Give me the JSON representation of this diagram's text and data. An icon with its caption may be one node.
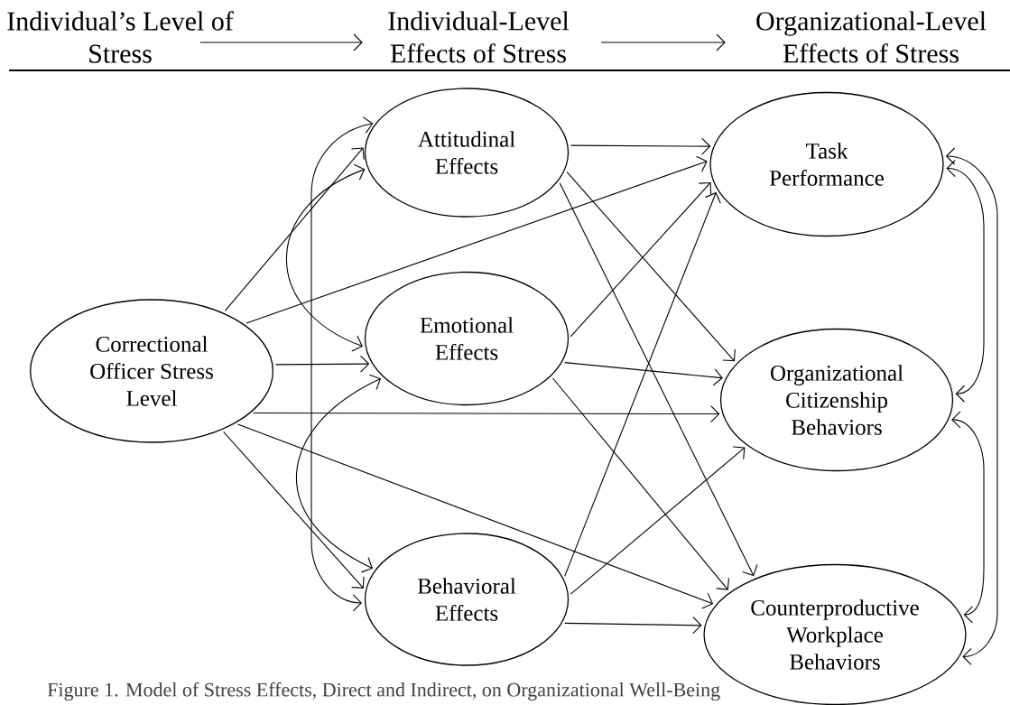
{
  "diagram": {
    "caption": "Figure 1. Model of Stress Effects, Direct and Indirect, on Organizational Well-Being",
    "nodes": [
      {
        "text": [
          "Individual’s Level of Stress"
        ]
      },
      {
        "text": [
          "Individual-Level Effects of Stress"
        ]
      },
      {
        "text": [
          "Organizational-Level Effects of Stress"
        ]
      },
      {
        "text": [
          "Correctional Officer Stress Level"
        ]
      },
      {
        "text": [
          "Attitudinal Effects"
        ]
      },
      {
        "text": [
          "Emotional Effects"
        ]
      },
      {
        "text": [
          "Behavioral Effects"
        ]
      },
      {
        "text": [
          "Task Performance"
        ]
      },
      {
        "text": [
          "Organizational Citizenship Behaviors"
        ]
      },
      {
        "text": [
          "Counterproductive Workplace Behaviors"
        ]
      }
    ],
    "edges": [
      {
        "from": 0,
        "to": 1,
        "arrow": "to"
      },
      {
        "from": 1,
        "to": 2,
        "arrow": "to"
      },
      {
        "from": 3,
        "to": 4,
        "arrow": "to"
      },
      {
        "from": 3,
        "to": 7,
        "arrow": "to"
      },
      {
        "from": 3,
        "to": 5,
        "arrow": "to"
      },
      {
        "from": 3,
        "to": 8,
        "arrow": "to"
      },
      {
        "from": 3,
        "to": 9,
        "arrow": "to"
      },
      {
        "from": 3,
        "to": 6,
        "arrow": "to"
      },
      {
        "from": 4,
        "to": 7,
        "arrow": "to"
      },
      {
        "from": 4,
        "to": 8,
        "arrow": "to"
      },
      {
        "from": 4,
        "to": 9,
        "arrow": "to"
      },
      {
        "from": 5,
        "to": 7,
        "arrow": "to"
      },
      {
        "from": 5,
        "to": 8,
        "arrow": "to"
      },
      {
        "from": 5,
        "to": 9,
        "arrow": "to"
      },
      {
        "from": 6,
        "to": 7,
        "arrow": "to"
      },
      {
        "from": 6,
        "to": 8,
        "arrow": "to"
      },
      {
        "from": 6,
        "to": 9,
        "arrow": "to"
      },
      {
        "from": 4,
        "to": 5,
        "arrow": "both"
      },
      {
        "from": 5,
        "to": 6,
        "arrow": "both"
      },
      {
        "from": 4,
        "to": 6,
        "arrow": "both"
      },
      {
        "from": 7,
        "to": 8,
        "arrow": "both"
      },
      {
        "from": 8,
        "to": 9,
        "arrow": "both"
      },
      {
        "from": 7,
        "to": 9,
        "arrow": "both"
      }
    ]
  }
}
